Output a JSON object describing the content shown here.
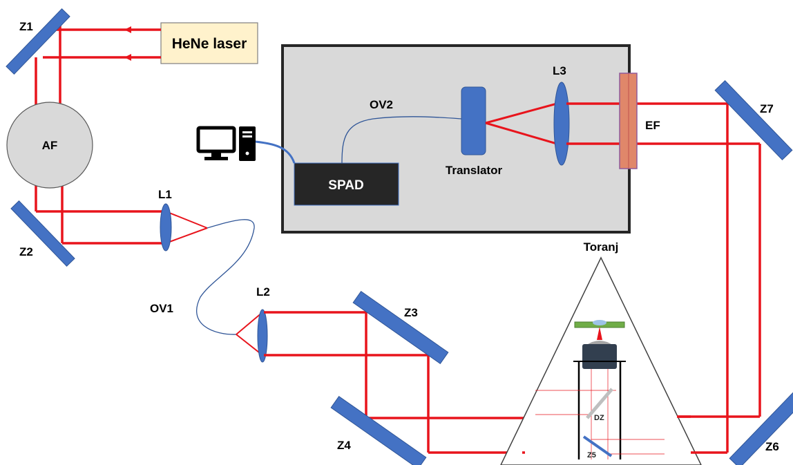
{
  "labels": {
    "laser": "HeNe laser",
    "af": "AF",
    "spad": "SPAD",
    "translator": "Translator",
    "ov1": "OV1",
    "ov2": "OV2",
    "ef": "EF",
    "toranj": "Toranj",
    "dz": "DZ",
    "z1": "Z1",
    "z2": "Z2",
    "z3": "Z3",
    "z4": "Z4",
    "z5": "Z5",
    "z6": "Z6",
    "z7": "Z7",
    "l1": "L1",
    "l2": "L2",
    "l3": "L3"
  },
  "colors": {
    "beam": "#e8141c",
    "mirror": "#4472c4",
    "laser_box": "#fff2cc",
    "enclosure": "#d9d9d9",
    "spad_box": "#262626",
    "filter": "#e0876a",
    "stage": "#70ad47"
  },
  "icons": [
    "computer-icon"
  ]
}
